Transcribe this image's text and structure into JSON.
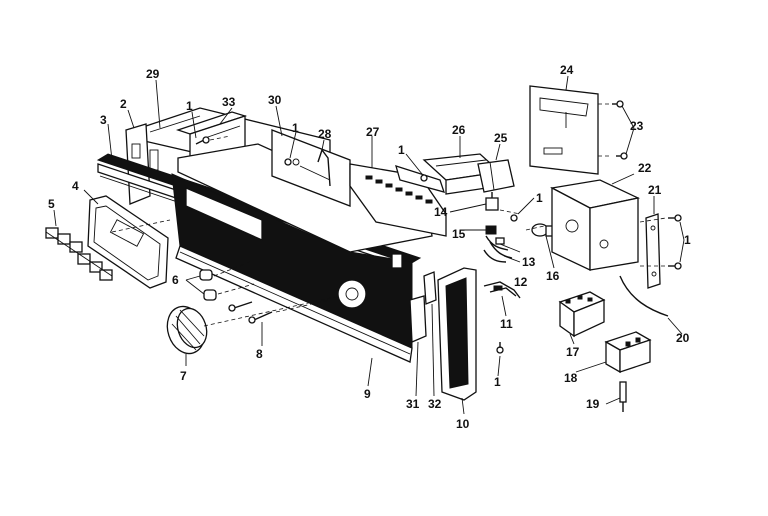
{
  "callouts": {
    "c1a": "1",
    "c1b": "1",
    "c1c": "1",
    "c1d": "1",
    "c1e": "1",
    "c1f": "1",
    "c2": "2",
    "c3": "3",
    "c4": "4",
    "c5": "5",
    "c6": "6",
    "c7": "7",
    "c8": "8",
    "c9": "9",
    "c10": "10",
    "c11": "11",
    "c12": "12",
    "c13": "13",
    "c14": "14",
    "c15": "15",
    "c16": "16",
    "c17": "17",
    "c18": "18",
    "c19": "19",
    "c20": "20",
    "c21": "21",
    "c22": "22",
    "c23": "23",
    "c24": "24",
    "c25": "25",
    "c26": "26",
    "c27": "27",
    "c28": "28",
    "c29": "29",
    "c30": "30",
    "c31": "31",
    "c32": "32",
    "c33": "33"
  }
}
